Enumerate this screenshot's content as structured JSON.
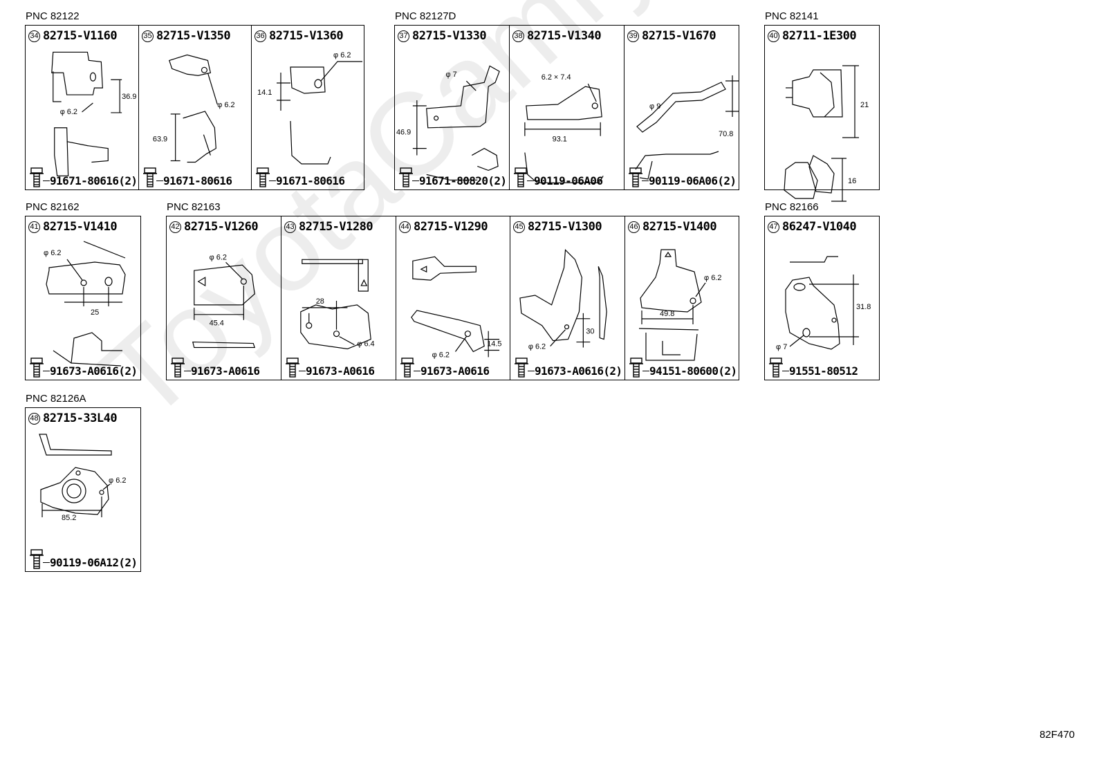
{
  "watermark": "ToyotaCamry.ru",
  "diagram_code": "82F470",
  "rows": [
    {
      "groups": [
        {
          "pnc": "PNC 82122",
          "cells": [
            {
              "num": "34",
              "part": "82715-V1160",
              "bolt": "91671-80616(2)",
              "dims": [
                "36.9",
                "φ 6.2"
              ]
            },
            {
              "num": "35",
              "part": "82715-V1350",
              "bolt": "91671-80616",
              "dims": [
                "63.9",
                "φ 6.2"
              ]
            },
            {
              "num": "36",
              "part": "82715-V1360",
              "bolt": "91671-80616",
              "dims": [
                "14.1",
                "φ 6.2"
              ]
            }
          ]
        },
        {
          "pnc": "PNC 82127D",
          "cells": [
            {
              "num": "37",
              "part": "82715-V1330",
              "bolt": "91671-80820(2)",
              "dims": [
                "46.9",
                "φ 7"
              ]
            },
            {
              "num": "38",
              "part": "82715-V1340",
              "bolt": "90119-06A06",
              "dims": [
                "93.1",
                "6.2 × 7.4"
              ]
            },
            {
              "num": "39",
              "part": "82715-V1670",
              "bolt": "90119-06A06(2)",
              "dims": [
                "70.8",
                "φ 9"
              ]
            }
          ]
        },
        {
          "pnc": "PNC 82141",
          "cells": [
            {
              "num": "40",
              "part": "82711-1E300",
              "bolt": "",
              "dims": [
                "21",
                "16"
              ]
            }
          ]
        }
      ]
    },
    {
      "groups": [
        {
          "pnc": "PNC 82162",
          "cells": [
            {
              "num": "41",
              "part": "82715-V1410",
              "bolt": "91673-A0616(2)",
              "dims": [
                "25",
                "φ 6.2"
              ]
            }
          ]
        },
        {
          "pnc": "PNC 82163",
          "cells": [
            {
              "num": "42",
              "part": "82715-V1260",
              "bolt": "91673-A0616",
              "dims": [
                "45.4",
                "φ 6.2"
              ]
            },
            {
              "num": "43",
              "part": "82715-V1280",
              "bolt": "91673-A0616",
              "dims": [
                "28",
                "φ 6.4"
              ]
            },
            {
              "num": "44",
              "part": "82715-V1290",
              "bolt": "91673-A0616",
              "dims": [
                "14.5",
                "φ 6.2"
              ]
            },
            {
              "num": "45",
              "part": "82715-V1300",
              "bolt": "91673-A0616(2)",
              "dims": [
                "30",
                "φ 6.2"
              ]
            },
            {
              "num": "46",
              "part": "82715-V1400",
              "bolt": "94151-80600(2)",
              "dims": [
                "49.8",
                "φ 6.2"
              ]
            }
          ]
        },
        {
          "pnc": "PNC 82166",
          "cells": [
            {
              "num": "47",
              "part": "86247-V1040",
              "bolt": "91551-80512",
              "dims": [
                "31.8",
                "φ 7"
              ]
            }
          ]
        }
      ]
    },
    {
      "groups": [
        {
          "pnc": "PNC 82126A",
          "cells": [
            {
              "num": "48",
              "part": "82715-33L40",
              "bolt": "90119-06A12(2)",
              "dims": [
                "85.2",
                "φ 6.2"
              ]
            }
          ]
        }
      ]
    }
  ]
}
